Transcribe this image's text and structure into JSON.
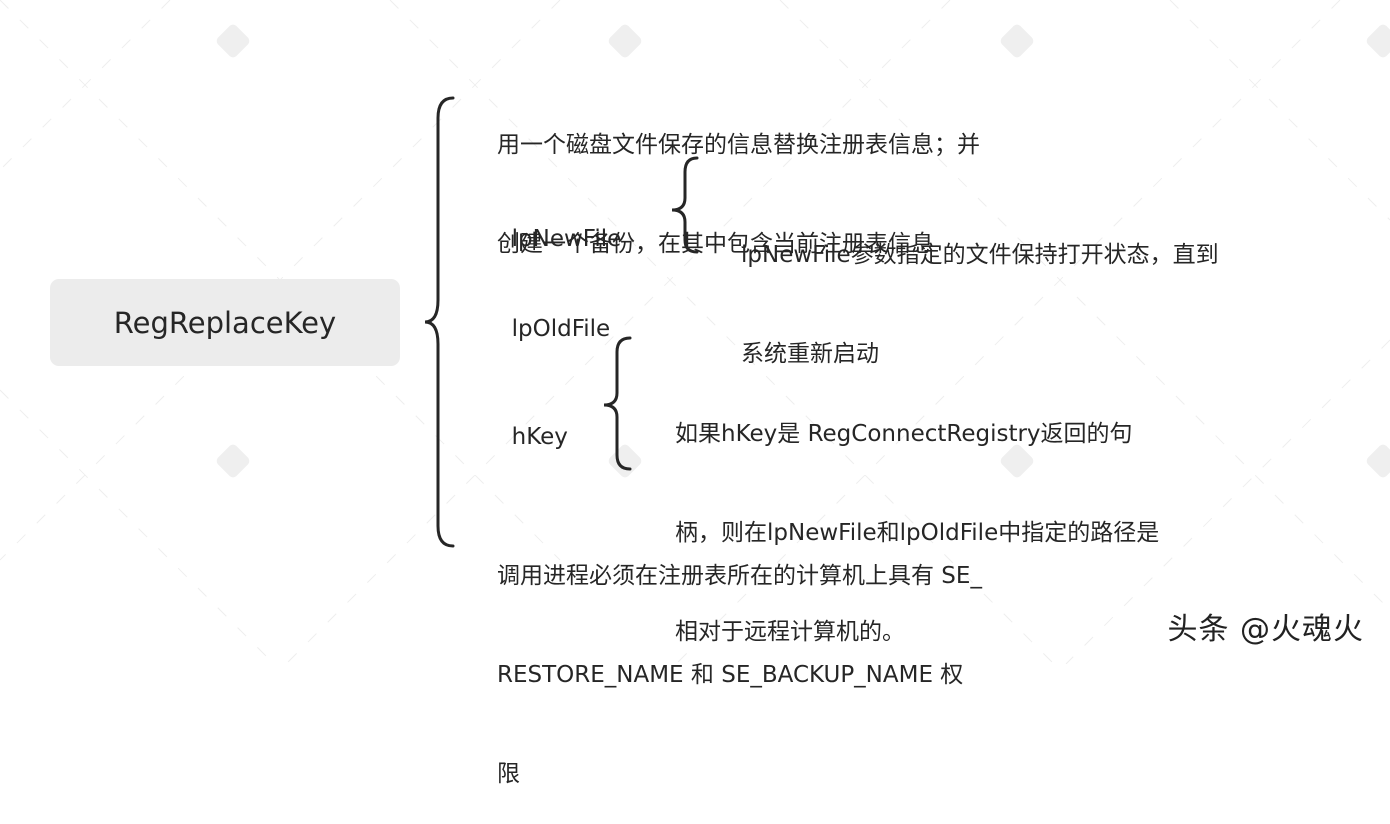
{
  "root": {
    "label": "RegReplaceKey"
  },
  "branches": [
    {
      "lines": [
        "用一个磁盘文件保存的信息替换注册表信息；并",
        "创建一个备份，在其中包含当前注册表信息"
      ]
    },
    {
      "label": "lpNewFile",
      "detail": [
        "lpNewFile参数指定的文件保持打开状态，直到",
        "系统重新启动"
      ]
    },
    {
      "label": "lpOldFile"
    },
    {
      "label": "hKey",
      "detail": [
        "如果hKey是 RegConnectRegistry返回的句",
        "柄，则在lpNewFile和lpOldFile中指定的路径是",
        "相对于远程计算机的。"
      ]
    },
    {
      "lines": [
        "调用进程必须在注册表所在的计算机上具有 SE_",
        "RESTORE_NAME 和 SE_BACKUP_NAME 权",
        "限"
      ]
    }
  ],
  "watermark": "头条 @火魂火",
  "colors": {
    "node_bg": "#ececec",
    "line": "#262626",
    "text": "#262626"
  }
}
